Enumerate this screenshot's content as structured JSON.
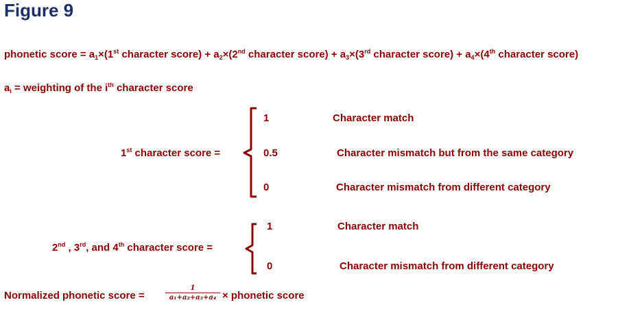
{
  "title": "Figure 9",
  "formula": {
    "lhs": "phonetic score = a",
    "i1": "1",
    "t1": "×(1",
    "s1": "st",
    "t2": " character score) + a",
    "i2": "2",
    "t3": "×(2",
    "s2": "nd",
    "t4": " character score) + a",
    "i3": "3",
    "t5": "×(3",
    "s3": "rd",
    "t6": " character score) + a",
    "i4": "4",
    "t7": "×(4",
    "s4": "th",
    "t8": " character score)"
  },
  "weighting": {
    "a": "a",
    "sub": "i",
    "text": " = weighting of the i",
    "sup": "th",
    "rest": " character score"
  },
  "first_score": {
    "label_pre": "1",
    "label_sup": "st",
    "label_post": " character score =",
    "values": [
      "1",
      "0.5",
      "0"
    ],
    "descriptions": [
      "Character match",
      "Character mismatch but from the same category",
      "Character mismatch from different category"
    ]
  },
  "other_scores": {
    "p1": "2",
    "s1": "nd",
    "p2": " , 3",
    "s2": "rd",
    "p3": ", and 4",
    "s3": "th",
    "p4": " character score =",
    "values": [
      "1",
      "0"
    ],
    "descriptions": [
      "Character match",
      "Character mismatch from different category"
    ]
  },
  "normalized": {
    "label": "Normalized phonetic score =",
    "numerator": "1",
    "denominator": "a₁+a₂+a₃+a₄",
    "tail": "× phonetic score"
  },
  "colors": {
    "title": "#1b2f6b",
    "text": "#8b0000"
  }
}
